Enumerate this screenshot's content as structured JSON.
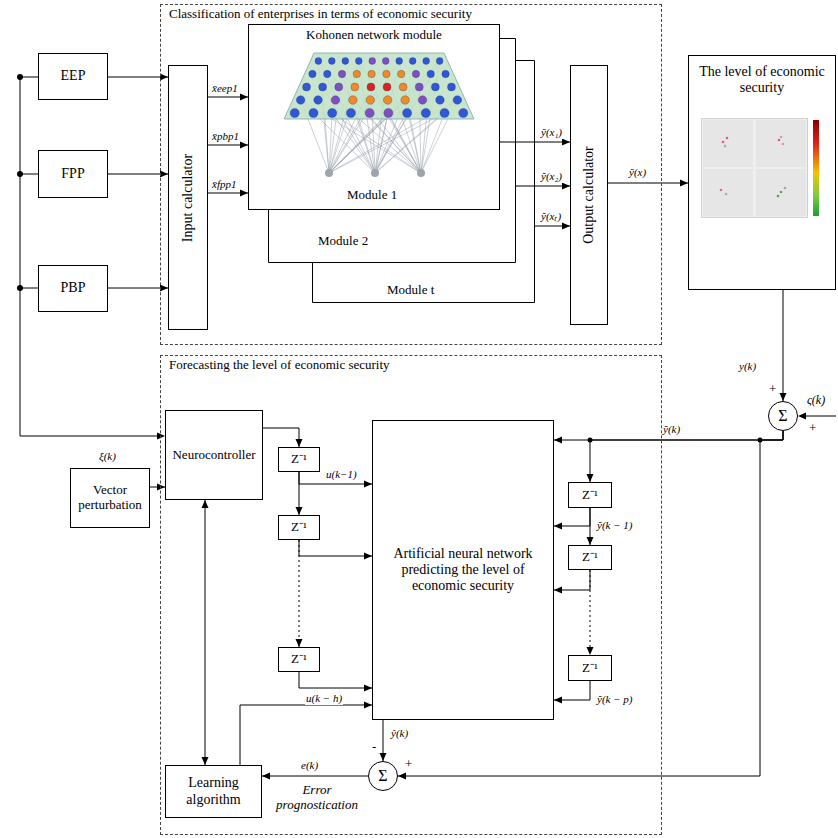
{
  "diagram": {
    "nodes": [
      {
        "text": [
          "Classification of enterprises in terms of economic security"
        ]
      },
      {
        "text": [
          "EEP"
        ]
      },
      {
        "text": [
          "FPP"
        ]
      },
      {
        "text": [
          "PBP"
        ]
      },
      {
        "text": [
          "Input calculator"
        ],
        "in": 0
      },
      {
        "text": [
          "Kohonen network module",
          "Module 1"
        ],
        "in": 0
      },
      {
        "text": [
          "Module 2"
        ],
        "in": 0
      },
      {
        "text": [
          "Module t"
        ],
        "in": 0
      },
      {
        "text": [
          "Output calculator"
        ],
        "in": 0
      },
      {
        "text": [
          "The level of economic security"
        ]
      },
      {
        "text": [
          "Forecasting the level of economic security"
        ]
      },
      {
        "text": [
          "Vector perturbation"
        ]
      },
      {
        "text": [
          "Neurocontroller"
        ],
        "in": 10
      },
      {
        "text": [
          "Z⁻¹"
        ],
        "in": 10
      },
      {
        "text": [
          "Z⁻¹"
        ],
        "in": 10
      },
      {
        "text": [
          "Z⁻¹"
        ],
        "in": 10
      },
      {
        "text": [
          "Artificial neural network predicting the level of economic security"
        ],
        "in": 10
      },
      {
        "text": [
          "Z⁻¹"
        ],
        "in": 10
      },
      {
        "text": [
          "Z⁻¹"
        ],
        "in": 10
      },
      {
        "text": [
          "Z⁻¹"
        ],
        "in": 10
      },
      {
        "text": [
          "Σ"
        ]
      },
      {
        "text": [
          "Learning algorithm"
        ],
        "in": 10
      },
      {
        "text": [
          "Σ"
        ],
        "in": 10
      }
    ],
    "edges": [
      {
        "from": 1,
        "to": 4,
        "arrow": "to"
      },
      {
        "from": 2,
        "to": 4,
        "arrow": "to"
      },
      {
        "from": 3,
        "to": 4,
        "arrow": "to"
      },
      {
        "from": 4,
        "to": 5,
        "label": "x̄eep1",
        "arrow": "to"
      },
      {
        "from": 4,
        "to": 5,
        "label": "x̄pbp1",
        "arrow": "to"
      },
      {
        "from": 4,
        "to": 5,
        "label": "x̄fpp1",
        "arrow": "to"
      },
      {
        "from": 5,
        "to": 8,
        "label": "ỹ(x₁)",
        "arrow": "to"
      },
      {
        "from": 6,
        "to": 8,
        "label": "ỹ(x₂)",
        "arrow": "to"
      },
      {
        "from": 7,
        "to": 8,
        "label": "ỹ(xₜ)",
        "arrow": "to"
      },
      {
        "from": 8,
        "to": 9,
        "label": "ỹ(x)",
        "arrow": "to"
      },
      {
        "from": 9,
        "to": 20,
        "label": "y(k)",
        "arrow": "to"
      },
      {
        "from": 20,
        "to": 16,
        "label": "ỹ(k)",
        "arrow": "to"
      },
      {
        "from": 20,
        "to": 17,
        "arrow": "to"
      },
      {
        "from": 20,
        "to": 22,
        "arrow": "to"
      },
      {
        "from": 17,
        "to": 18,
        "label": "ỹ(k − 1)",
        "arrow": "to"
      },
      {
        "from": 17,
        "to": 16,
        "arrow": "to"
      },
      {
        "from": 18,
        "to": 16,
        "arrow": "to"
      },
      {
        "from": 18,
        "to": 19,
        "arrow": "to"
      },
      {
        "from": 19,
        "to": 16,
        "label": "ỹ(k − p)",
        "arrow": "to"
      },
      {
        "from": 11,
        "to": 12,
        "label": "ξ(k)",
        "arrow": "to"
      },
      {
        "from": 12,
        "to": 13,
        "arrow": "to"
      },
      {
        "from": 13,
        "to": 16,
        "label": "u(k−1)",
        "arrow": "to"
      },
      {
        "from": 13,
        "to": 14,
        "arrow": "to"
      },
      {
        "from": 14,
        "to": 16,
        "arrow": "to"
      },
      {
        "from": 14,
        "to": 15,
        "arrow": "to"
      },
      {
        "from": 15,
        "to": 16,
        "label": "u(k − h)",
        "arrow": "to"
      },
      {
        "from": 12,
        "to": 21,
        "arrow": "both"
      },
      {
        "from": 21,
        "to": 16,
        "arrow": "to"
      },
      {
        "from": 16,
        "to": 22,
        "label": "ŷ(k)",
        "arrow": "to"
      },
      {
        "from": 22,
        "to": 21,
        "label": "e(k)",
        "arrow": "to"
      }
    ],
    "labels": [
      "+",
      "ς(k)",
      "+",
      "-",
      "+",
      "Error prognostication"
    ]
  }
}
